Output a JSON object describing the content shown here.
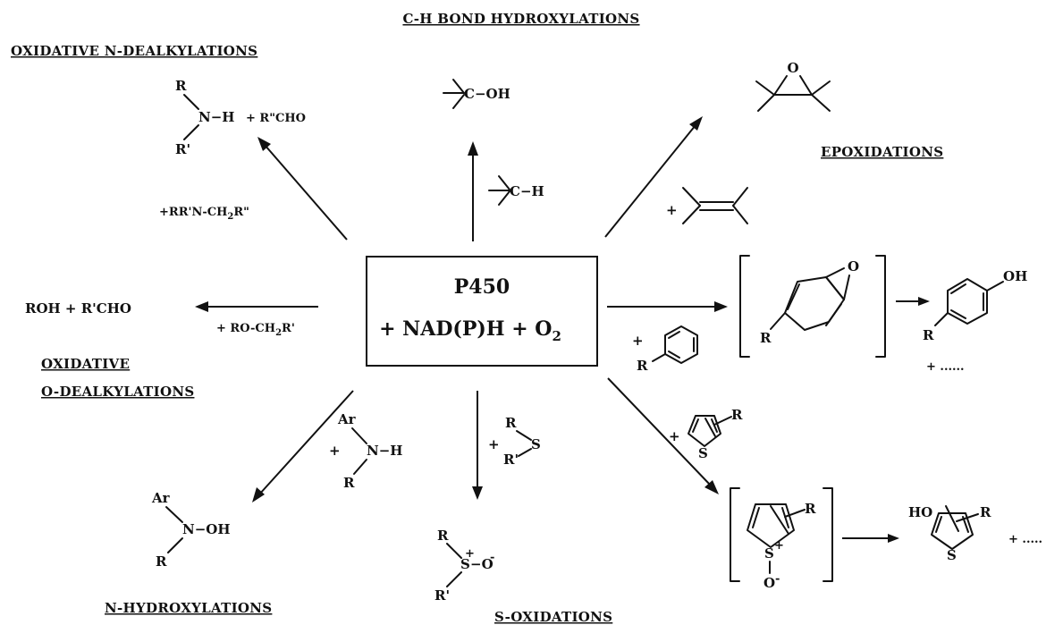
{
  "center": {
    "line1": "P450",
    "line2": "+ NAD(P)H + O",
    "line2_sub": "2"
  },
  "headings": {
    "ch_hydroxylations": "C-H BOND HYDROXYLATIONS",
    "n_dealkylations": "OXIDATIVE  N-DEALKYLATIONS",
    "epoxidations": "EPOXIDATIONS",
    "o_dealkylations_1": "OXIDATIVE",
    "o_dealkylations_2": "O-DEALKYLATIONS",
    "n_hydroxylations": "N-HYDROXYLATIONS",
    "s_oxidations": "S-OXIDATIONS"
  },
  "n_dealk": {
    "R": "R",
    "NH": "N−H",
    "plus_aldehyde": "+ R\"CHO",
    "R1": "R'",
    "reagent": "+RR'N-CH",
    "reagent_sub": "2",
    "reagent_tail": "R\""
  },
  "ch": {
    "product": "C−OH",
    "substrate": "C−H"
  },
  "epox": {
    "O": "O",
    "plus": "+"
  },
  "arene": {
    "O": "O",
    "R_int": "R",
    "OH": "OH",
    "R_prod": "R",
    "plus_more": "+  ......",
    "plus": "+",
    "R_sub": "R"
  },
  "o_dealk": {
    "product": "ROH + R'CHO",
    "reagent": "+ RO-CH",
    "reagent_sub": "2",
    "reagent_tail": "R'"
  },
  "n_hydrox": {
    "Ar": "Ar",
    "plus": "+",
    "NH": "N−H",
    "R": "R",
    "Ar_p": "Ar",
    "NOH": "N−OH",
    "R_p": "R"
  },
  "s_ox": {
    "plus": "+",
    "R": "R",
    "S": "S",
    "R1": "R'",
    "R_p": "R",
    "S_p": "S",
    "S_plus": "+",
    "O_p": "−O",
    "O_minus": "-",
    "R1_p": "R'"
  },
  "thio": {
    "plus": "+",
    "S_sub": "S",
    "R_sub": "R",
    "R_int": "R",
    "S_int": "S",
    "S_plus": "+",
    "O_int": "O",
    "O_minus": "-",
    "HO": "HO",
    "R_prod": "R",
    "S_prod": "S",
    "plus_more": "+  ....."
  }
}
